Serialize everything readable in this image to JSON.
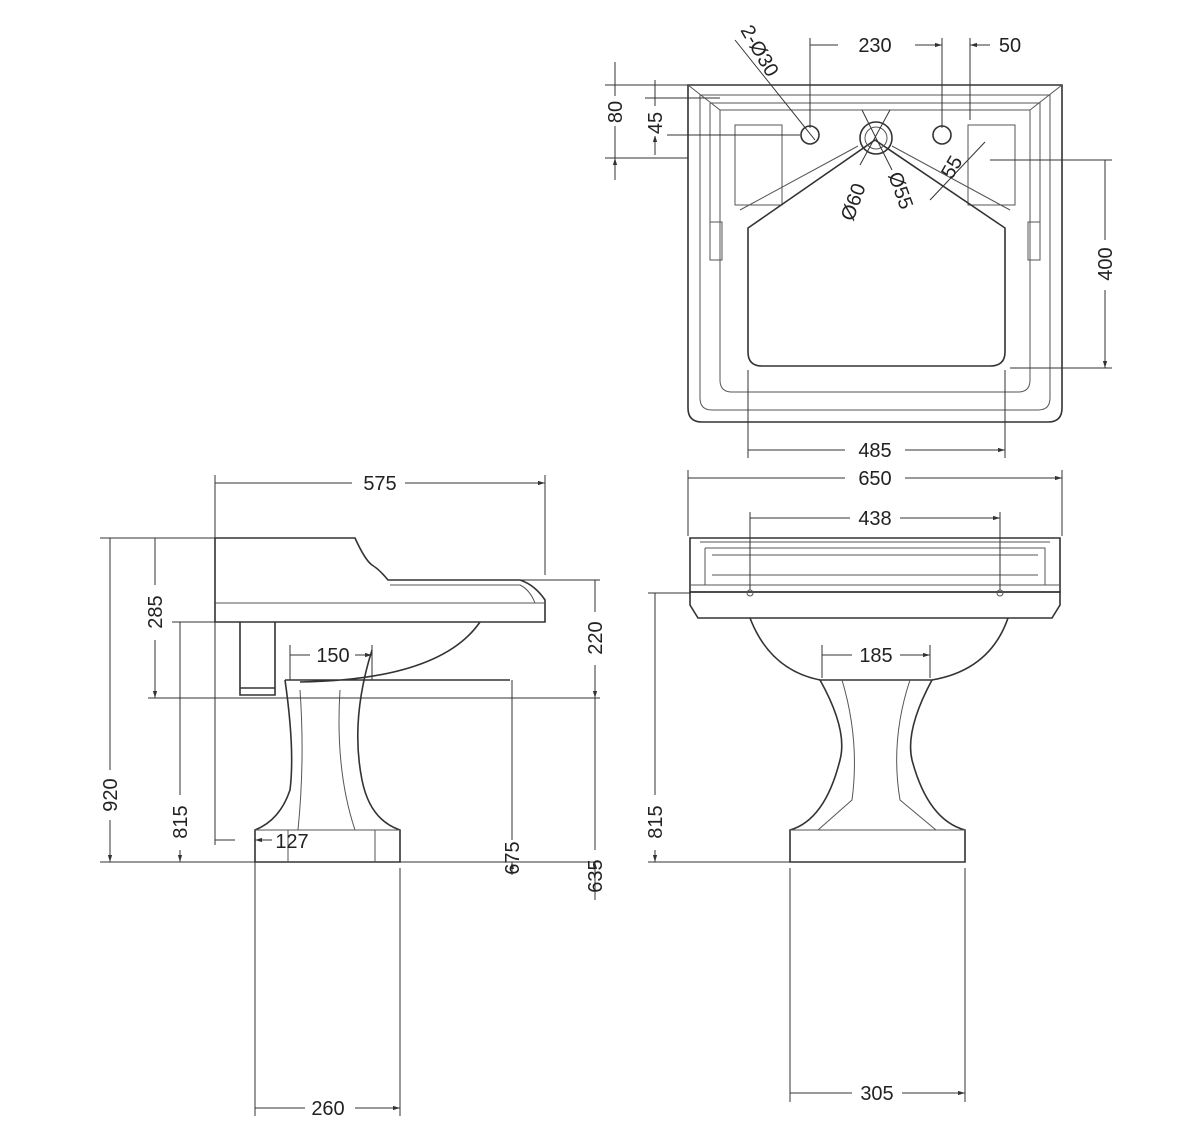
{
  "drawing": {
    "plan_view": {
      "tap_holes": "2-Ø30",
      "hole_spacing": "230",
      "hole_offset": "50",
      "back_depth": "80",
      "hole_depth": "45",
      "waste_outer": "Ø60",
      "waste_inner": "Ø55",
      "hole_edge": "55",
      "bowl_depth": "400",
      "bowl_width": "485"
    },
    "front_view": {
      "overall_width": "650",
      "inner_width": "438",
      "pedestal_top_width": "185",
      "height": "815",
      "base_width": "305"
    },
    "side_view": {
      "depth": "575",
      "overall_height": "920",
      "splash_height": "285",
      "rim_height": "815",
      "bowl_drop": "220",
      "pedestal_top": "150",
      "waste_offset": "127",
      "pedestal_height": "675",
      "under_bowl": "635",
      "base_depth": "260"
    }
  }
}
